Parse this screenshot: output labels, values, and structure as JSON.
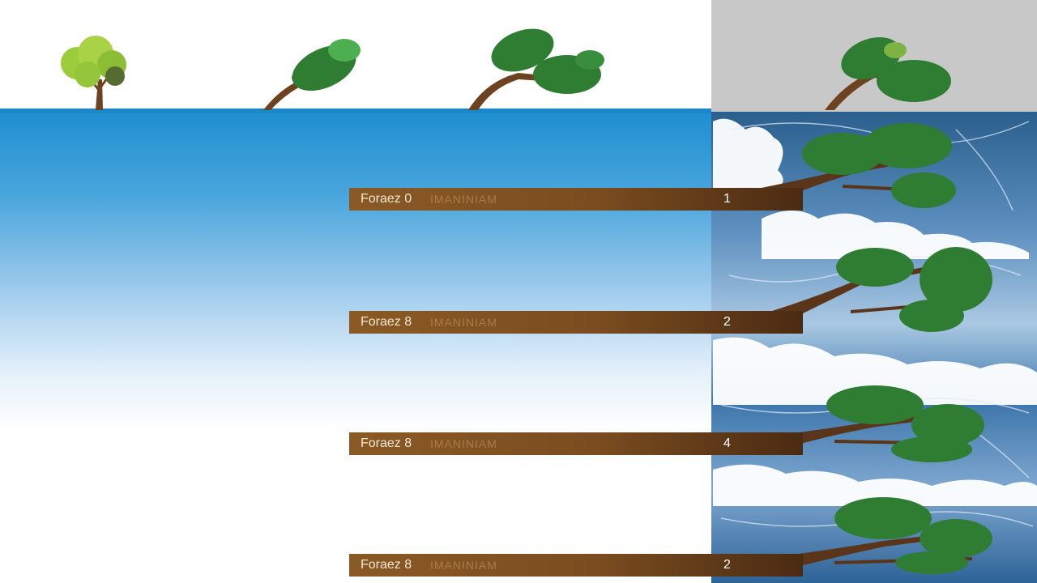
{
  "rows": [
    {
      "label": "Foraez 0",
      "faint": "IMANINIAM",
      "number": "1"
    },
    {
      "label": "Foraez 8",
      "faint": "IMANINIAM",
      "number": "2"
    },
    {
      "label": "Foraez 8",
      "faint": "IMANINIAM",
      "number": "4"
    },
    {
      "label": "Foraez 8",
      "faint": "IMANINIAM",
      "number": "2"
    }
  ],
  "colors": {
    "water": "#1d8fd0",
    "bar": "#7a4c1f",
    "foliage": "#2e7d32",
    "light_foliage": "#9ccc3c",
    "trunk": "#6d4220",
    "panel_gray": "#c8c8c8"
  }
}
